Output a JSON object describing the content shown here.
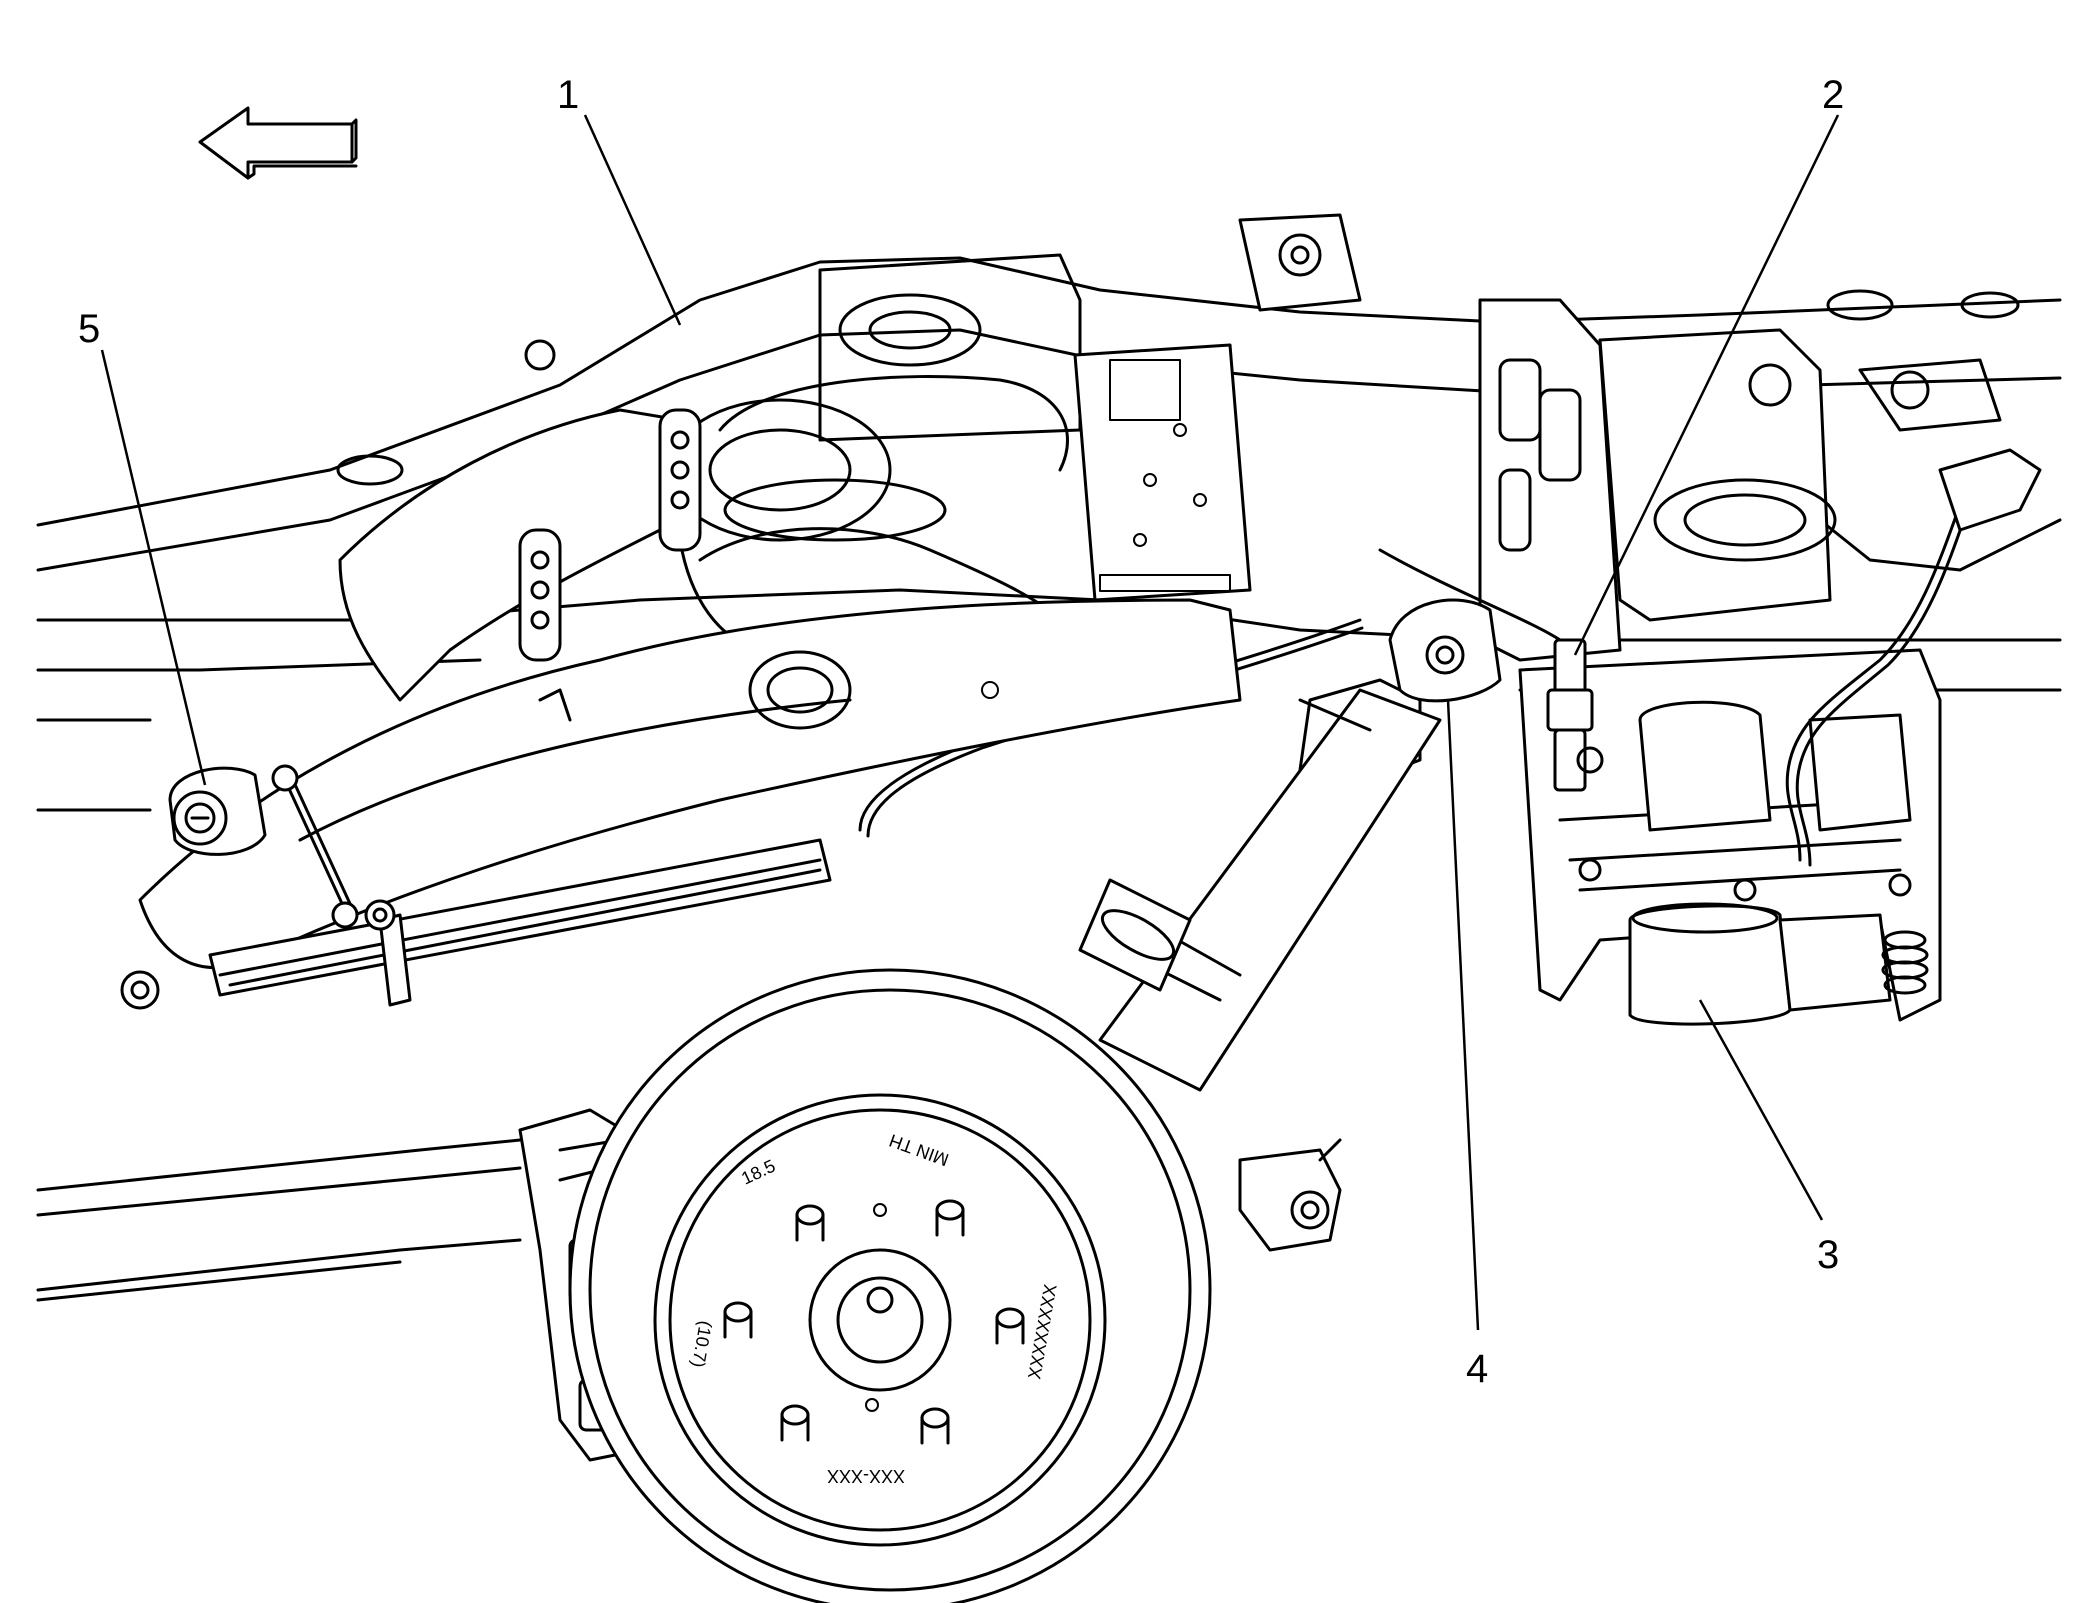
{
  "callouts": [
    {
      "id": "1",
      "label": "1"
    },
    {
      "id": "2",
      "label": "2"
    },
    {
      "id": "3",
      "label": "3"
    },
    {
      "id": "4",
      "label": "4"
    },
    {
      "id": "5",
      "label": "5"
    }
  ],
  "rotor_markings": {
    "top_left": "18.5",
    "top_right": "MIN TH",
    "left": "(10.7)",
    "right": "XXXXXXXX",
    "bottom": "XXX-XXX"
  }
}
